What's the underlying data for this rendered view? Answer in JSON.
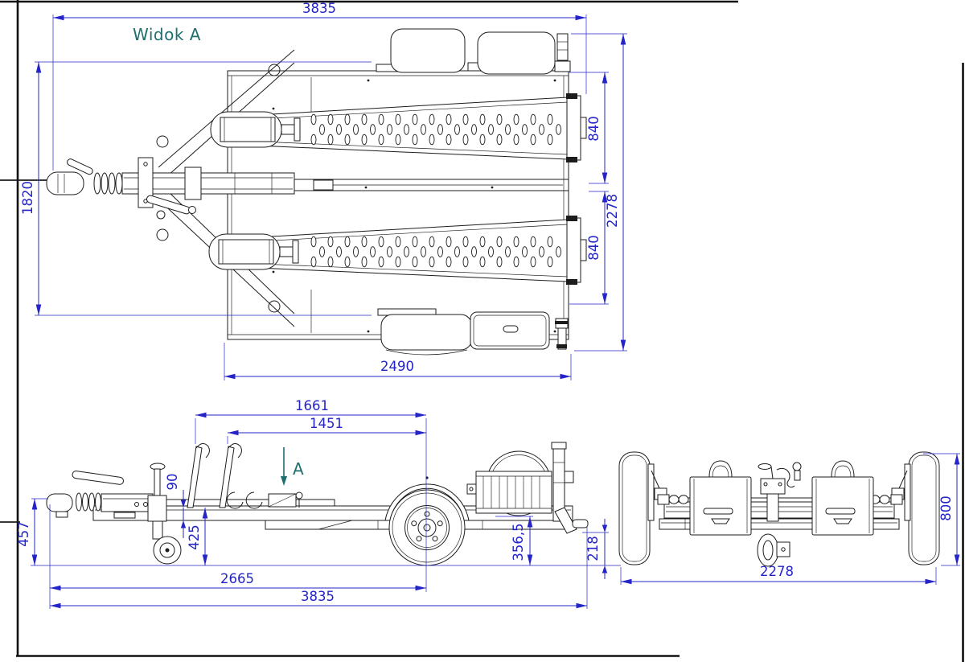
{
  "drawing": {
    "title_annotation": "Widok A",
    "section_label": "A",
    "colors": {
      "dimension": "#2424c8",
      "annotation": "#1e6f6d",
      "linework": "#1c1c1c"
    },
    "top_view": {
      "dims": {
        "overall_length": "3835",
        "drawbar_width": "1820",
        "overall_width": "2278",
        "upper_channel_offset": "840",
        "lower_channel_offset": "840",
        "platform_length": "2490"
      }
    },
    "side_view": {
      "dims": {
        "front_chock_to_axle": "1661",
        "rear_chock_to_axle": "1451",
        "frame_rail_height": "90",
        "deck_height": "425",
        "coupling_height": "457",
        "coupling_to_axle": "2665",
        "overall_length": "3835",
        "rear_frame_height": "356,5",
        "rear_clearance": "218"
      }
    },
    "rear_view": {
      "dims": {
        "overall_width": "2278",
        "overall_height": "800"
      }
    }
  }
}
